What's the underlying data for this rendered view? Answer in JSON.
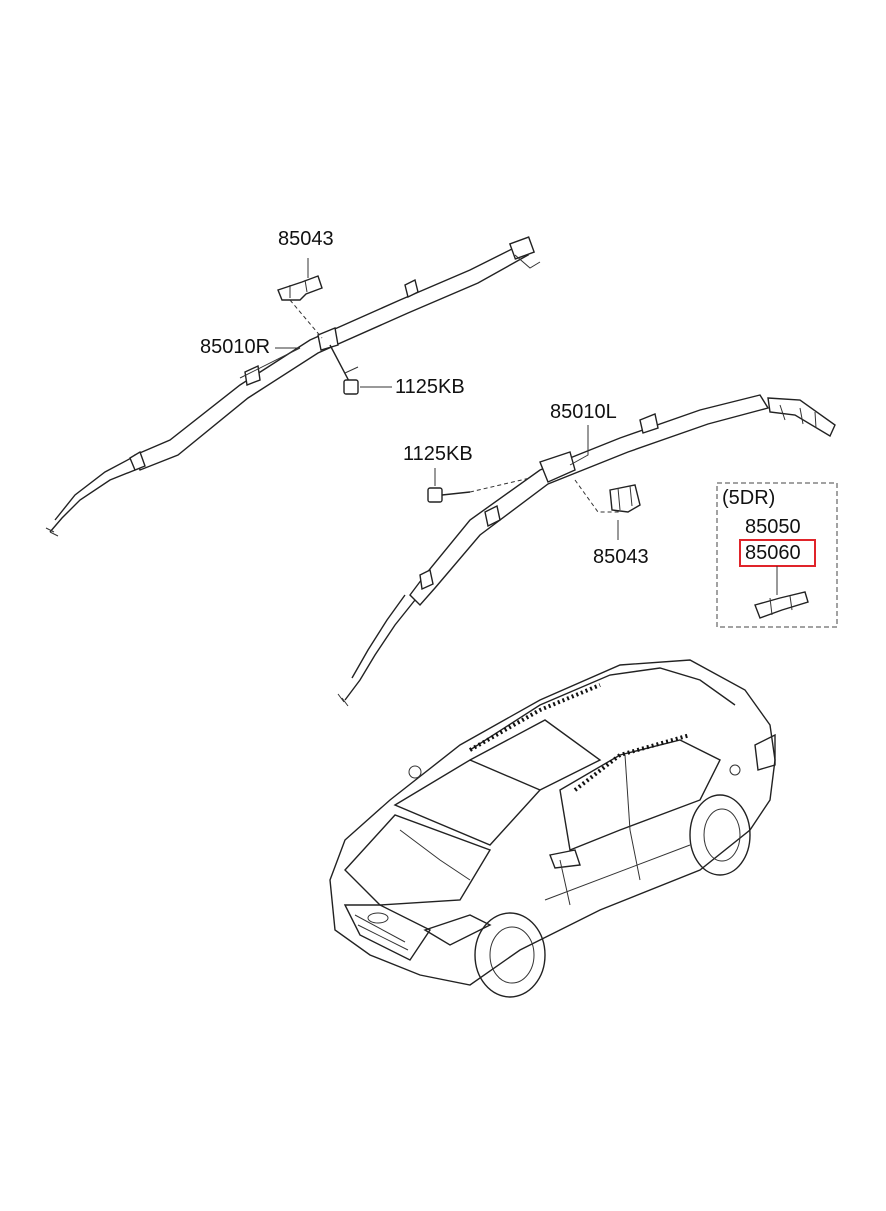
{
  "labels": {
    "bracket_top": "85043",
    "airbag_right": "85010R",
    "bolt_right": "1125KB",
    "airbag_left": "85010L",
    "bolt_left": "1125KB",
    "bracket_bottom": "85043",
    "variant_title": "(5DR)",
    "variant_part_a": "85050",
    "variant_part_b": "85060"
  },
  "highlight_color": "#e0242a"
}
